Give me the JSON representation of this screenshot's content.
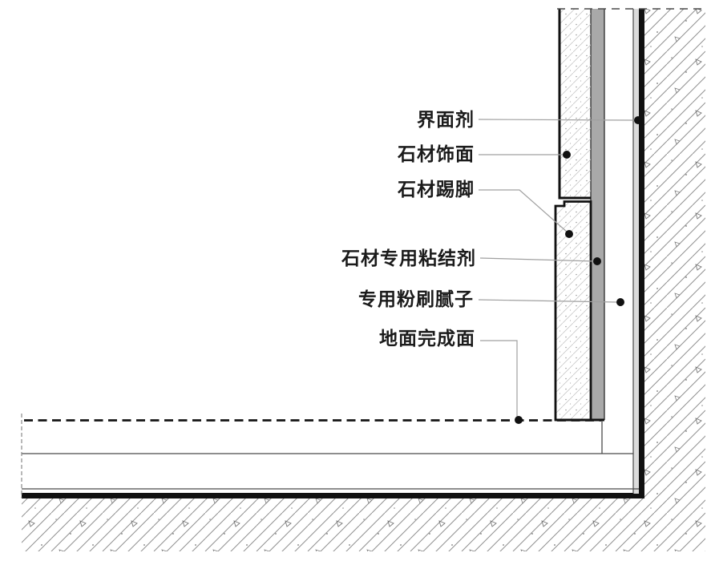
{
  "diagram": {
    "type": "construction-detail-section",
    "labels": [
      {
        "id": "interface-agent",
        "text": "界面剂"
      },
      {
        "id": "stone-veneer",
        "text": "石材饰面"
      },
      {
        "id": "stone-skirting",
        "text": "石材踢脚"
      },
      {
        "id": "stone-adhesive",
        "text": "石材专用粘结剂"
      },
      {
        "id": "plaster-putty",
        "text": "专用粉刷腻子"
      },
      {
        "id": "floor-finish-level",
        "text": "地面完成面"
      }
    ],
    "colors": {
      "line": "#111111",
      "hatch": "#909090",
      "stone_hatch": "#c8c8c8",
      "adhesive_fill": "#a9a9a9",
      "interface_fill": "#dcdcdc",
      "leader": "#a0a0a0",
      "background": "#ffffff"
    }
  }
}
